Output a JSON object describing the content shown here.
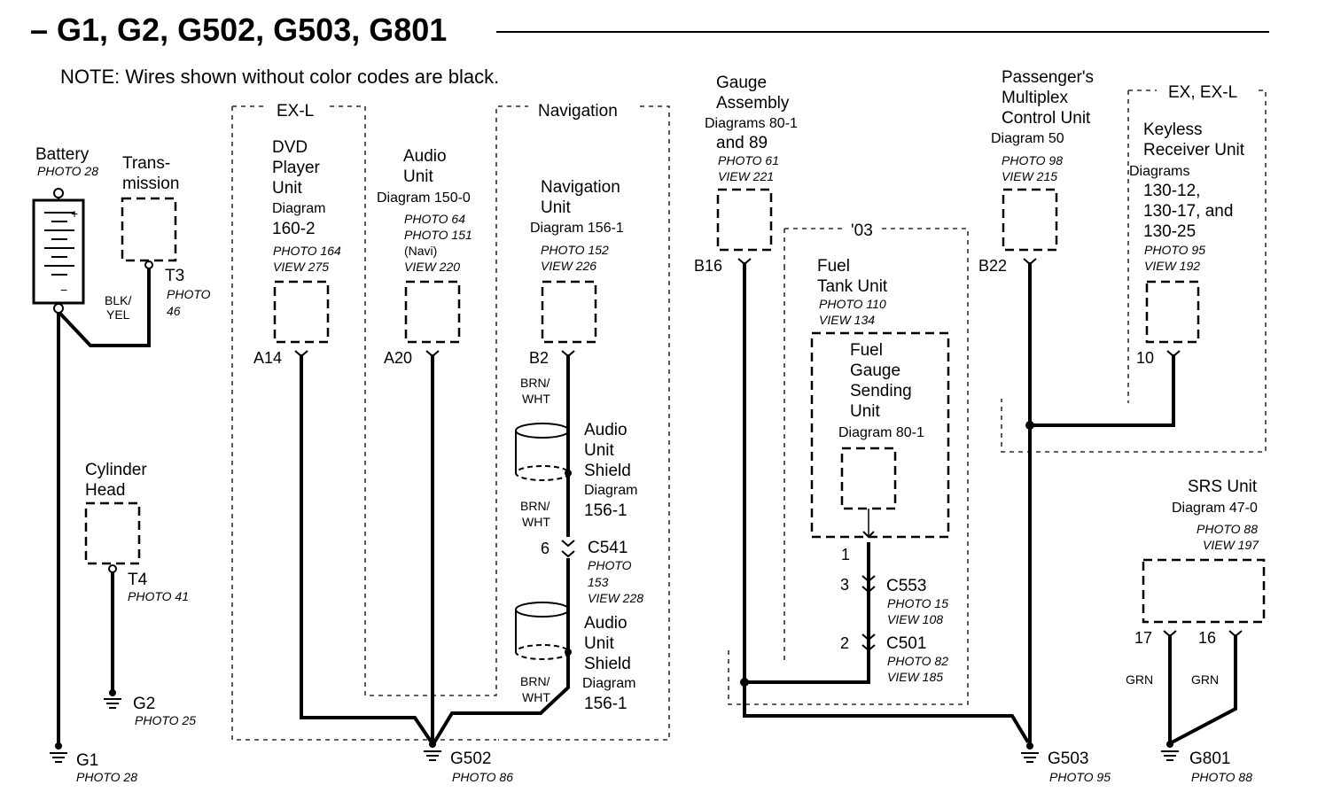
{
  "title": "– G1, G2, G502, G503, G801",
  "note": "NOTE: Wires shown without color codes are black.",
  "regions": {
    "exl": "EX-L",
    "navigation": "Navigation",
    "y03": "'03",
    "exexl": "EX, EX-L"
  },
  "components": {
    "battery": {
      "name": "Battery",
      "photo": "PHOTO 28"
    },
    "transmission": {
      "line1": "Trans-",
      "line2": "mission",
      "terminal": "T3",
      "photo1": "PHOTO",
      "photo2": "46"
    },
    "cylinder_head": {
      "line1": "Cylinder",
      "line2": "Head",
      "terminal": "T4",
      "photo": "PHOTO 41"
    },
    "dvd": {
      "line1": "DVD",
      "line2": "Player",
      "line3": "Unit",
      "line4": "Diagram",
      "line5": "160-2",
      "photo": "PHOTO 164",
      "view": "VIEW 275",
      "pin": "A14"
    },
    "audio": {
      "line1": "Audio",
      "line2": "Unit",
      "line3": "Diagram 150-0",
      "photo1": "PHOTO 64",
      "photo2": "PHOTO 151",
      "navi": "(Navi)",
      "view": "VIEW 220",
      "pin": "A20"
    },
    "navi_unit": {
      "line1": "Navigation",
      "line2": "Unit",
      "line3": "Diagram 156-1",
      "photo": "PHOTO 152",
      "view": "VIEW 226",
      "pin": "B2"
    },
    "shield1": {
      "line1": "Audio",
      "line2": "Unit",
      "line3": "Shield",
      "line4": "Diagram",
      "line5": "156-1"
    },
    "shield2": {
      "line1": "Audio",
      "line2": "Unit",
      "line3": "Shield",
      "line4": "Diagram",
      "line5": "156-1"
    },
    "c541": {
      "pin": "6",
      "name": "C541",
      "photo1": "PHOTO",
      "photo2": "153",
      "view": "VIEW 228"
    },
    "gauge": {
      "line1": "Gauge",
      "line2": "Assembly",
      "line3": "Diagrams 80-1",
      "line4": "and 89",
      "photo": "PHOTO 61",
      "view": "VIEW 221",
      "pin": "B16"
    },
    "fuel_tank": {
      "line1": "Fuel",
      "line2": "Tank Unit",
      "photo": "PHOTO 110",
      "view": "VIEW 134"
    },
    "fuel_gauge": {
      "line1": "Fuel",
      "line2": "Gauge",
      "line3": "Sending",
      "line4": "Unit",
      "line5": "Diagram 80-1",
      "pin": "1"
    },
    "c553": {
      "pin": "3",
      "name": "C553",
      "photo": "PHOTO 15",
      "view": "VIEW 108"
    },
    "c501": {
      "pin": "2",
      "name": "C501",
      "photo": "PHOTO 82",
      "view": "VIEW 185"
    },
    "multiplex": {
      "line1": "Passenger's",
      "line2": "Multiplex",
      "line3": "Control Unit",
      "line4": "Diagram 50",
      "photo": "PHOTO 98",
      "view": "VIEW 215",
      "pin": "B22"
    },
    "keyless": {
      "line1": "Keyless",
      "line2": "Receiver Unit",
      "line3": "Diagrams",
      "line4": "130-12,",
      "line5": "130-17, and",
      "line6": "130-25",
      "photo": "PHOTO 95",
      "view": "VIEW 192",
      "pin": "10"
    },
    "srs": {
      "line1": "SRS Unit",
      "line2": "Diagram 47-0",
      "photo": "PHOTO 88",
      "view": "VIEW 197",
      "pin17": "17",
      "pin16": "16"
    }
  },
  "wires": {
    "blk_yel_1": "BLK/",
    "blk_yel_2": "YEL",
    "brn_wht_1": "BRN/",
    "brn_wht_2": "WHT",
    "grn": "GRN"
  },
  "grounds": {
    "g1": {
      "name": "G1",
      "photo": "PHOTO 28"
    },
    "g2": {
      "name": "G2",
      "photo": "PHOTO 25"
    },
    "g502": {
      "name": "G502",
      "photo": "PHOTO 86"
    },
    "g503": {
      "name": "G503",
      "photo": "PHOTO 95"
    },
    "g801": {
      "name": "G801",
      "photo": "PHOTO 88"
    }
  }
}
